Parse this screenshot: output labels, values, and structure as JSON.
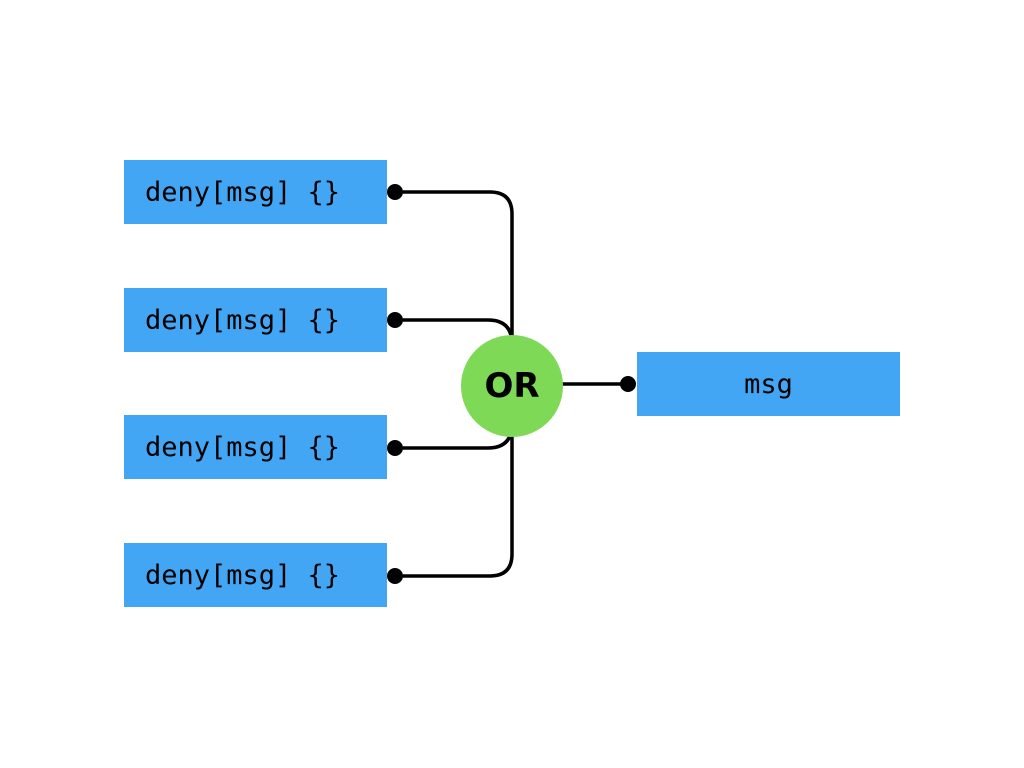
{
  "inputs": [
    {
      "label": "deny[msg] {}"
    },
    {
      "label": "deny[msg] {}"
    },
    {
      "label": "deny[msg] {}"
    },
    {
      "label": "deny[msg] {}"
    }
  ],
  "gate": {
    "label": "OR"
  },
  "output": {
    "label": "msg"
  },
  "colors": {
    "box": "#42a6f4",
    "gate": "#7ed957",
    "wire": "#000000"
  }
}
